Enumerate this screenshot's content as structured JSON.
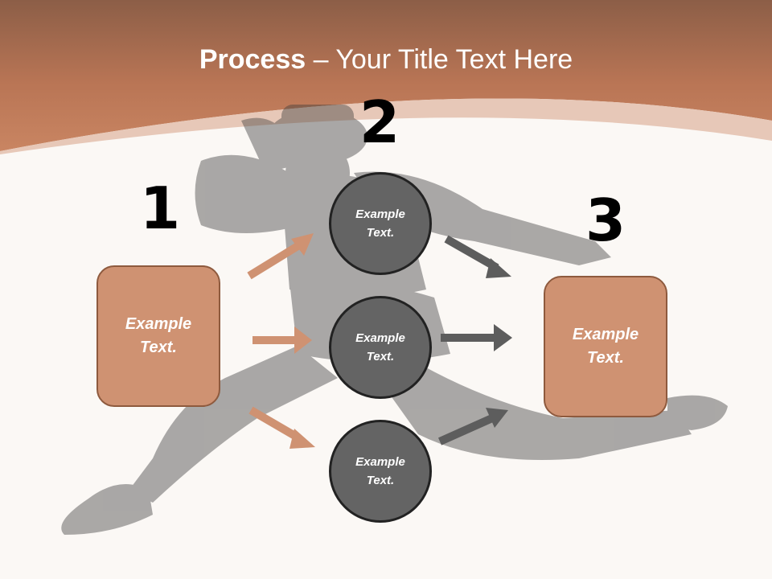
{
  "slide": {
    "title_strong": "Process",
    "title_rest": " – Your Title Text Here",
    "colors": {
      "header": "#b97555",
      "box_fill": "#cf9272",
      "box_border": "#8e5a3e",
      "circle_fill": "#646464",
      "circle_border": "#222222",
      "arrow_orange": "#cf9272",
      "arrow_gray": "#5d5d5d"
    },
    "steps": [
      {
        "number": "1"
      },
      {
        "number": "2"
      },
      {
        "number": "3"
      }
    ],
    "left_box": {
      "line1": "Example",
      "line2": "Text."
    },
    "right_box": {
      "line1": "Example",
      "line2": "Text."
    },
    "circles": [
      {
        "line1": "Example",
        "line2": "Text."
      },
      {
        "line1": "Example",
        "line2": "Text."
      },
      {
        "line1": "Example",
        "line2": "Text."
      }
    ],
    "background_image": "dancer-silhouette"
  }
}
